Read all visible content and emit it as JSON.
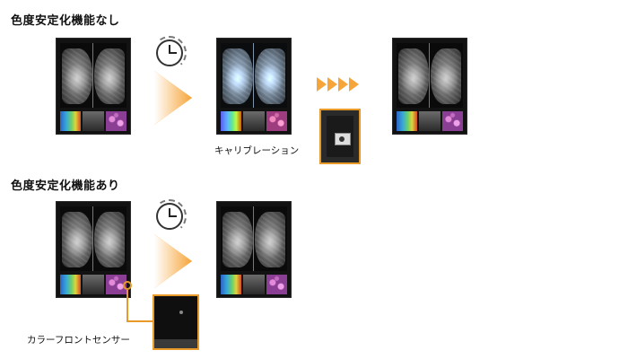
{
  "section_without": {
    "title": "色度安定化機能なし"
  },
  "section_with": {
    "title": "色度安定化機能あり"
  },
  "labels": {
    "calibration": "キャリブレーション",
    "sensor": "カラーフロントセンサー"
  },
  "icons": {
    "clock": "clock-icon",
    "arrow": "orange-wedge-arrow",
    "chevrons": "orange-chevron-arrows"
  },
  "colors": {
    "accent": "#f6a53a",
    "frame": "#e79a2a"
  }
}
